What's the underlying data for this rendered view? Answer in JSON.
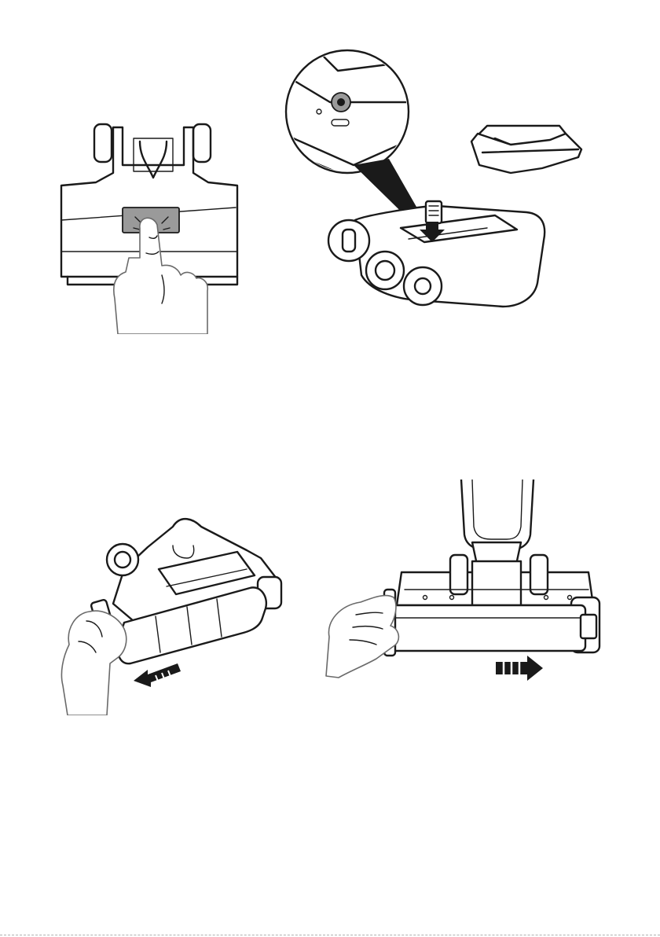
{
  "page": {
    "kind": "instruction-manual-page",
    "background_color": "#ffffff",
    "line_color": "#1a1a1a",
    "highlight_color": "#9a9a9a"
  },
  "figures": [
    {
      "id": "press-release",
      "icon": "finger-press-illustration"
    },
    {
      "id": "remove-cover",
      "icon": "roller-cover-release-illustration"
    },
    {
      "id": "pull-roller-left",
      "icon": "roller-pull-left-illustration"
    },
    {
      "id": "pull-roller-right",
      "icon": "roller-pull-right-illustration"
    }
  ]
}
